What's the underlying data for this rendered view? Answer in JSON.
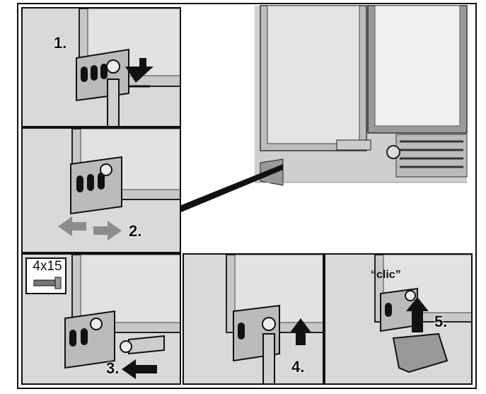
{
  "steps": {
    "s1": "1.",
    "s2": "2.",
    "s3": "3.",
    "s4": "4.",
    "s5": "5."
  },
  "screw_label": "4x15",
  "sound_label": "“clic”",
  "colors": {
    "panel_bg": "#d9d9d9",
    "line": "#111111",
    "arrow_gray": "#8c8c8c",
    "arrow_black": "#111111"
  }
}
